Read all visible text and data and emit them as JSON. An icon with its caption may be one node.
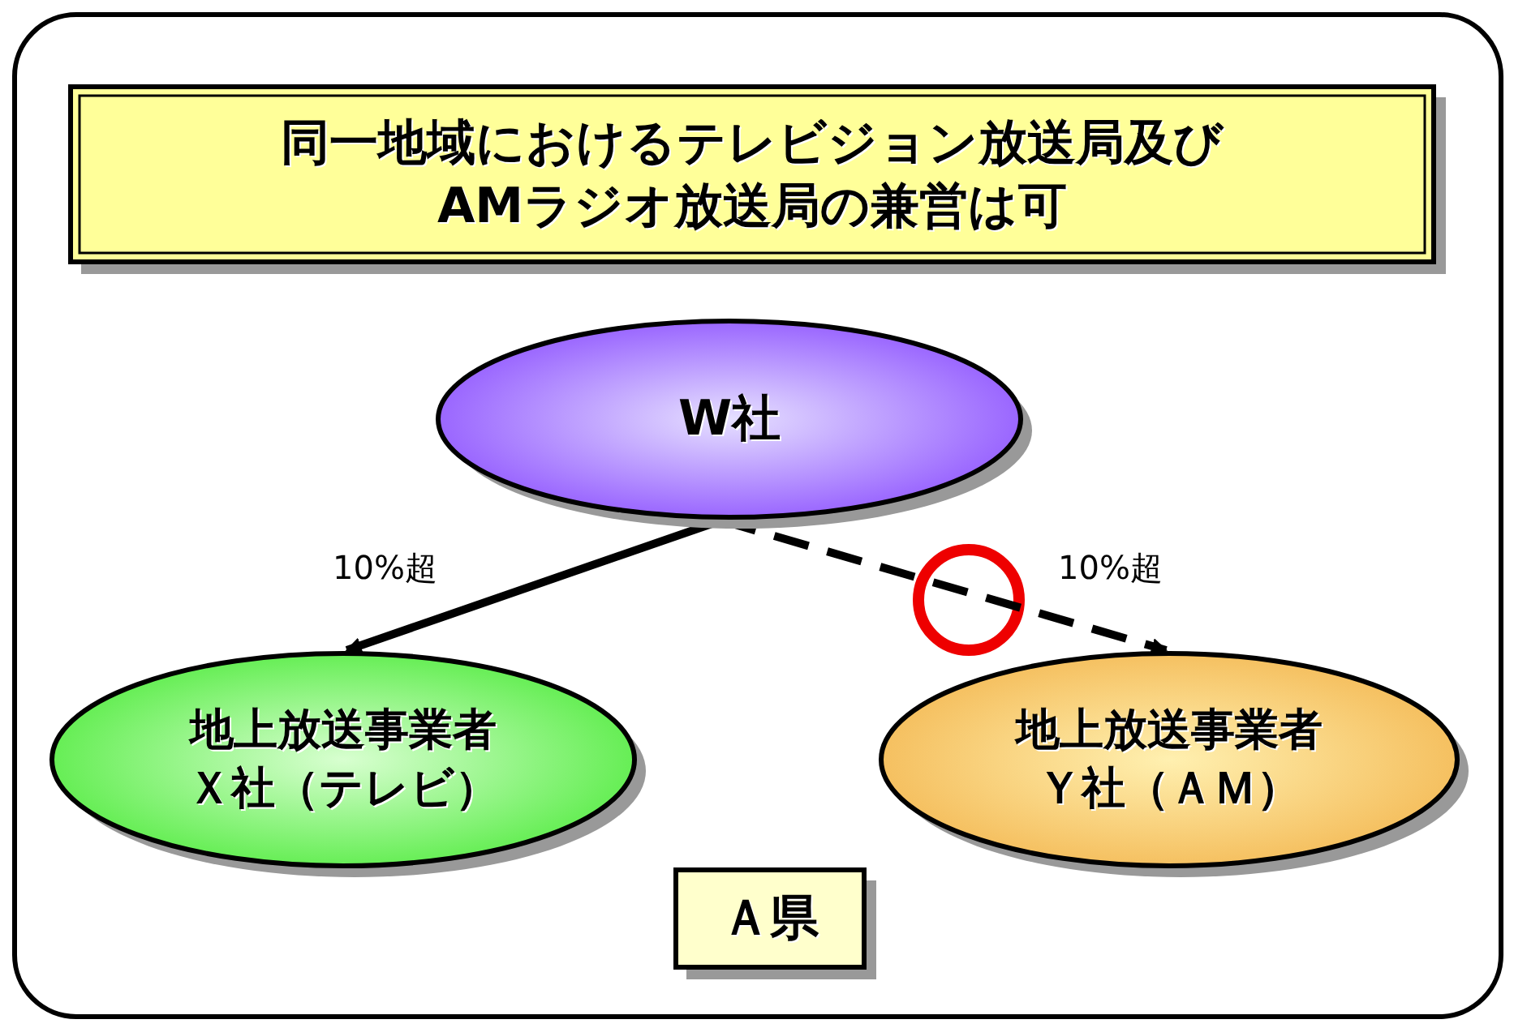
{
  "diagram": {
    "nodes": [
      {
        "text": [
          "同一地域におけるテレビジョン放送局及びAMラジオ放送局の兼営は可"
        ]
      },
      {
        "text": [
          "W社"
        ]
      },
      {
        "text": [
          "地上放送事業者Ｘ社（テレビ）"
        ]
      },
      {
        "text": [
          "地上放送事業者Ｙ社（ＡＭ）"
        ]
      },
      {
        "text": [
          "Ａ県"
        ]
      }
    ],
    "edges": [
      {
        "from": 1,
        "to": 2,
        "arrow": "to",
        "label": "10%超"
      },
      {
        "from": 1,
        "to": 3,
        "arrow": "to",
        "label": "10%超",
        "style": "dashed"
      }
    ]
  }
}
